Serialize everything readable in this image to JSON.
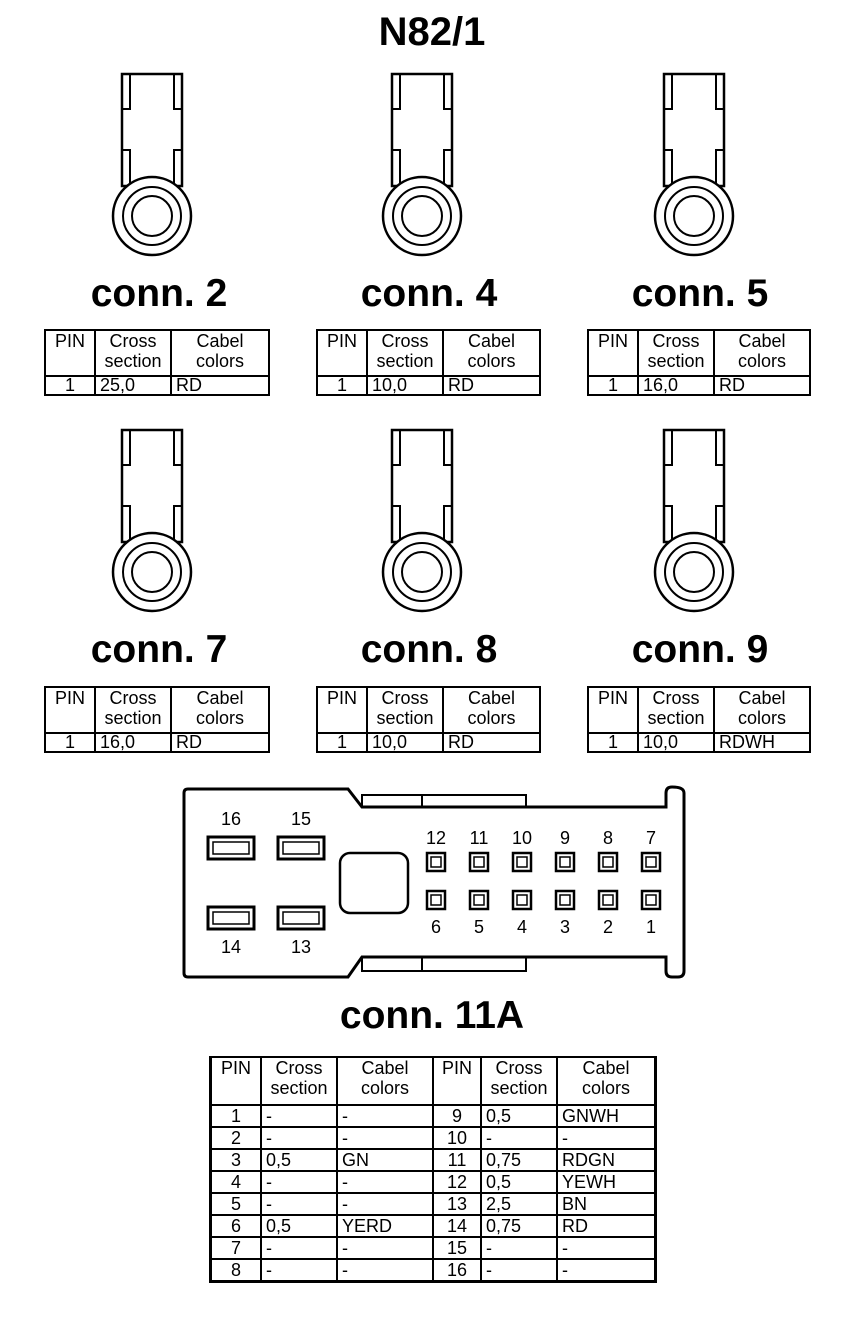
{
  "title": "N82/1",
  "table_headers": {
    "pin": "PIN",
    "cross_1": "Cross",
    "cross_2": "section",
    "cabel_1": "Cabel",
    "cabel_2": "colors"
  },
  "connectors": [
    {
      "label": "conn. 2",
      "pin": "1",
      "cross": "25,0",
      "color": "RD"
    },
    {
      "label": "conn. 4",
      "pin": "1",
      "cross": "10,0",
      "color": "RD"
    },
    {
      "label": "conn. 5",
      "pin": "1",
      "cross": "16,0",
      "color": "RD"
    },
    {
      "label": "conn. 7",
      "pin": "1",
      "cross": "16,0",
      "color": "RD"
    },
    {
      "label": "conn. 8",
      "pin": "1",
      "cross": "10,0",
      "color": "RD"
    },
    {
      "label": "conn. 9",
      "pin": "1",
      "cross": "10,0",
      "color": "RDWH"
    }
  ],
  "conn11": {
    "label": "conn. 11A",
    "pin_labels": {
      "large_top": [
        "16",
        "15"
      ],
      "large_bottom": [
        "14",
        "13"
      ],
      "small_top": [
        "12",
        "11",
        "10",
        "9",
        "8",
        "7"
      ],
      "small_bottom": [
        "6",
        "5",
        "4",
        "3",
        "2",
        "1"
      ]
    },
    "rows": [
      {
        "pin_a": "1",
        "cross_a": "-",
        "color_a": "-",
        "pin_b": "9",
        "cross_b": "0,5",
        "color_b": "GNWH"
      },
      {
        "pin_a": "2",
        "cross_a": "-",
        "color_a": "-",
        "pin_b": "10",
        "cross_b": "-",
        "color_b": "-"
      },
      {
        "pin_a": "3",
        "cross_a": "0,5",
        "color_a": "GN",
        "pin_b": "11",
        "cross_b": "0,75",
        "color_b": "RDGN"
      },
      {
        "pin_a": "4",
        "cross_a": "-",
        "color_a": "-",
        "pin_b": "12",
        "cross_b": "0,5",
        "color_b": "YEWH"
      },
      {
        "pin_a": "5",
        "cross_a": "-",
        "color_a": "-",
        "pin_b": "13",
        "cross_b": "2,5",
        "color_b": "BN"
      },
      {
        "pin_a": "6",
        "cross_a": "0,5",
        "color_a": "YERD",
        "pin_b": "14",
        "cross_b": "0,75",
        "color_b": "RD"
      },
      {
        "pin_a": "7",
        "cross_a": "-",
        "color_a": "-",
        "pin_b": "15",
        "cross_b": "-",
        "color_b": "-"
      },
      {
        "pin_a": "8",
        "cross_a": "-",
        "color_a": "-",
        "pin_b": "16",
        "cross_b": "-",
        "color_b": "-"
      }
    ]
  }
}
